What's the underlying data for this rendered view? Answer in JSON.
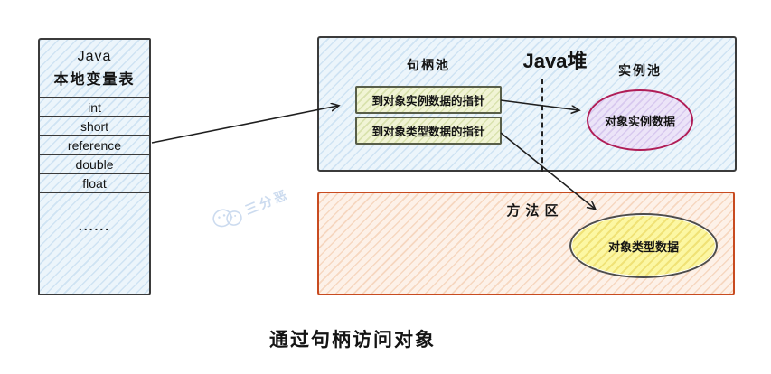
{
  "caption": "通过句柄访问对象",
  "watermark": {
    "text": "三分恶"
  },
  "local_variable_table": {
    "title_line1": "Java",
    "title_line2": "本地变量表",
    "rows": [
      "int",
      "short",
      "reference",
      "double",
      "float"
    ],
    "ellipsis": "......"
  },
  "heap": {
    "title": "Java堆",
    "handle_pool_label": "句柄池",
    "instance_pool_label": "实例池",
    "handle_rows": [
      "到对象实例数据的指针",
      "到对象类型数据的指针"
    ],
    "instance_ellipse_label": "对象实例数据"
  },
  "method_area": {
    "label": "方法区",
    "type_ellipse_label": "对象类型数据"
  },
  "colors": {
    "box-blue-fill": "#ecf5fb",
    "box-blue-hatch": "#cfe3f3",
    "box-border": "#3b3b3b",
    "handle-fill": "#f1f4d5",
    "handle-hatch": "#d9e2ae",
    "handle-border": "#585e48",
    "instance-ellipse-border": "#b01e57",
    "instance-ellipse-fill": "#ece4f8",
    "instance-ellipse-hatch": "#d8c9ef",
    "type-ellipse-border": "#4d4d4d",
    "type-ellipse-fill": "#fcf7a3",
    "type-ellipse-hatch": "#f0e276",
    "method-border": "#c84b20",
    "method-fill": "#fdf1e8",
    "method-hatch": "#f6d7c0",
    "arrow": "#1f1f1f",
    "watermark": "#c7d8ee"
  }
}
